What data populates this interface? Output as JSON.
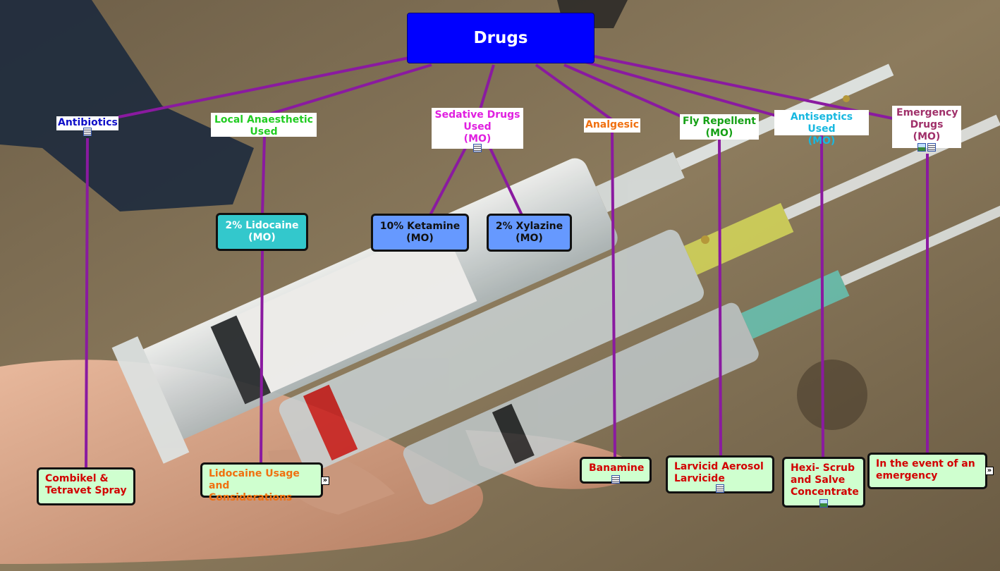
{
  "root": {
    "label": "Drugs"
  },
  "categories": {
    "antibiotics": {
      "label": "Antibiotics",
      "color": "#1010c8"
    },
    "local_anaesthetic": {
      "label": "Local Anaesthetic Used",
      "color": "#22cc22"
    },
    "sedative": {
      "label": "Sedative Drugs Used",
      "sub": "(MO)",
      "color": "#e020e0"
    },
    "analgesic": {
      "label": "Analgesic",
      "color": "#f07010"
    },
    "fly_repellent": {
      "label": "Fly Repellent",
      "sub": "(MO)",
      "color": "#14a014"
    },
    "antiseptics": {
      "label": "Antiseptics Used",
      "sub": "(MO)",
      "color": "#18b8e0"
    },
    "emergency": {
      "label": "Emergency Drugs",
      "sub": "(MO)",
      "color": "#a0306a"
    }
  },
  "mids": {
    "lidocaine2": {
      "label": "2% Lidocaine",
      "sub": "(MO)",
      "color": "#33c8cc"
    },
    "ketamine10": {
      "label": "10% Ketamine",
      "sub": "(MO)",
      "color": "#6699ff"
    },
    "xylazine2": {
      "label": "2% Xylazine",
      "sub": "(MO)",
      "color": "#6699ff"
    }
  },
  "leaves": {
    "combikel": {
      "label": "Combikel & Tetravet Spray"
    },
    "lidocaine_usage": {
      "label": "Lidocaine Usage and Considerations",
      "color": "#f07010"
    },
    "banamine": {
      "label": "Banamine"
    },
    "larvicid": {
      "label": "Larvicid Aerosol Larvicide"
    },
    "hexi": {
      "label": "Hexi- Scrub and Salve Concentrate"
    },
    "emergency_event": {
      "label": "In the event of an emergency"
    }
  },
  "colors": {
    "connector": "#8a1aa0",
    "root_bg": "#0000ff",
    "leaf_bg": "#cfffcf",
    "leaf_text": "#d20000"
  },
  "icons": {
    "note": "document-icon",
    "image": "image-icon",
    "expand": "expand-arrow-icon"
  }
}
